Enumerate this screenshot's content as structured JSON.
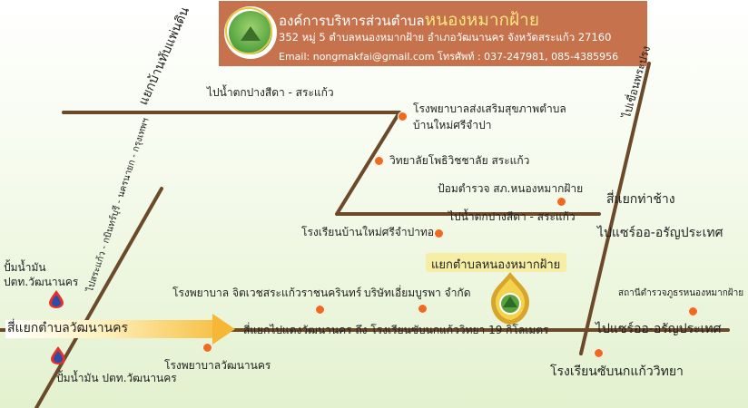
{
  "header": {
    "org_prefix": "องค์การบริหารส่วนตำบล",
    "org_name": "หนองหมากฝ้าย",
    "address": "352 หมู่ 5 ตำบลหนองหมากฝ้าย อำเภอวัฒนานคร จังหวัดสระแก้ว 27160",
    "contact": "Email: nongmakfai@gmail.com โทรศัพท์ : 037-247981, 085-4385956"
  },
  "colors": {
    "header_bg": "#c6724c",
    "road": "#6b4a2a",
    "poi_dot": "#ef6a1c",
    "highlight_box": "#f7eea6",
    "main_road_arrow": "#f6b636"
  },
  "roads": {
    "to_ban_thap_phaen": "แยกบ้านทับแพ่นดิน",
    "to_nam_tok_top": "ไปน้ำตกปางสีดา - สระแก้ว",
    "to_nam_tok_mid": "ไปน้ำตกปางสีดา - สระแก้ว",
    "to_dam": "ไปเขื่อนพระปรง",
    "to_bangkok": "ไปสระแก้ว - กบินทร์บุรี - นครนายก - กรุงเทพฯ",
    "to_aranya_top": "ไปแซร์ออ-อรัญประเทศ",
    "to_aranya_main": "ไปแซร์ออ-อรัญประเทศ",
    "main_road_desc": "สี่แยกไปแดงวัฒนานคร ถึง โรงเรียนซับนกแก้ววิทยา 19 กิโลเมตร"
  },
  "places": {
    "hospital_ban_mai": "โรงพยาบาลส่งเสริมสุขภาพตำบล บ้านใหม่ศรีจำปา",
    "college": "วิทยาลัยโพธิวิชชาลัย สระแก้ว",
    "police_box": "ป้อมตำรวจ สภ.หนองหมากฝ้าย",
    "intersection_tha_chang": "สี่แยกท่าช้าง",
    "school_ban_mai": "โรงเรียนบ้านใหม่ศรีจำปาทอง",
    "nong_mak_fai_junction": "แยกตำบลหนองหมากฝ้าย",
    "fuel_top": "ปั้มน้ำมัน ปตท.วัฒนานคร",
    "psych_hospital": "โรงพยาบาล จิตเวชสระแก้วราชนครินทร์",
    "company": "บริษัทเอี่ยมบูรพา จำกัด",
    "police_station": "สถานีตำรวจภูธรหนองหมากฝ้าย",
    "watthana_intersection": "สี่แยกตำบลวัฒนานคร",
    "watthana_hospital": "โรงพยาบาลวัฒนานคร",
    "fuel_bottom": "ปั้มน้ำมัน ปตท.วัฒนานคร",
    "sab_nok_kaeo_school": "โรงเรียนซับนกแก้ววิทยา"
  }
}
